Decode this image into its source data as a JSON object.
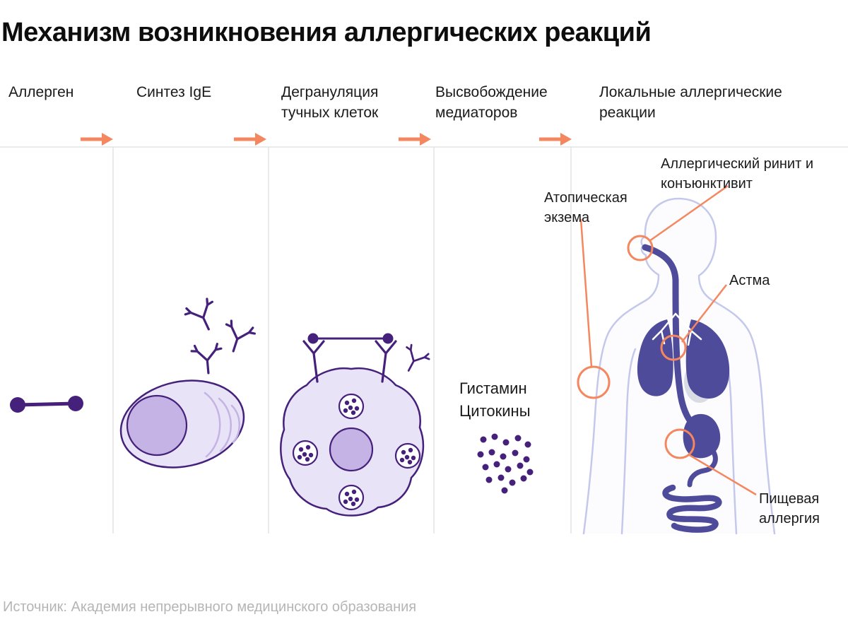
{
  "title": "Механизм возникновения аллергических реакций",
  "stages": [
    {
      "label": "Аллерген"
    },
    {
      "label": "Синтез IgE"
    },
    {
      "label": "Дегрануляция тучных клеток"
    },
    {
      "label": "Высвобождение медиаторов"
    },
    {
      "label": "Локальные аллергические реакции"
    }
  ],
  "mediators": {
    "line1": "Гистамин",
    "line2": "Цитокины"
  },
  "reactions": {
    "rhinitis": "Аллергический ринит и конъюнктивит",
    "eczema": "Атопическая экзема",
    "asthma": "Астма",
    "food": "Пищевая аллергия"
  },
  "source": "Источник: Академия непрерывного медицинского образования",
  "icons": {
    "allergen": "allergen-dumbbell-icon",
    "plasma_cell": "plasma-cell-icon",
    "antibody": "ige-antibody-icon",
    "mast_cell": "mast-cell-icon",
    "mediator_dots": "mediator-dots-icon",
    "body": "human-body-figure",
    "arrow": "stage-arrow-icon"
  },
  "colors": {
    "accent_orange": "#F4875F",
    "purple_dark": "#45217B",
    "purple_light": "#E9E3F7",
    "purple_mid": "#C4B3E4",
    "organ_purple": "#4F4B9B",
    "body_outline": "#C4C9EC",
    "divider": "#E3E3E3",
    "text": "#1A1A1A",
    "muted_text": "#B5B5B5"
  }
}
